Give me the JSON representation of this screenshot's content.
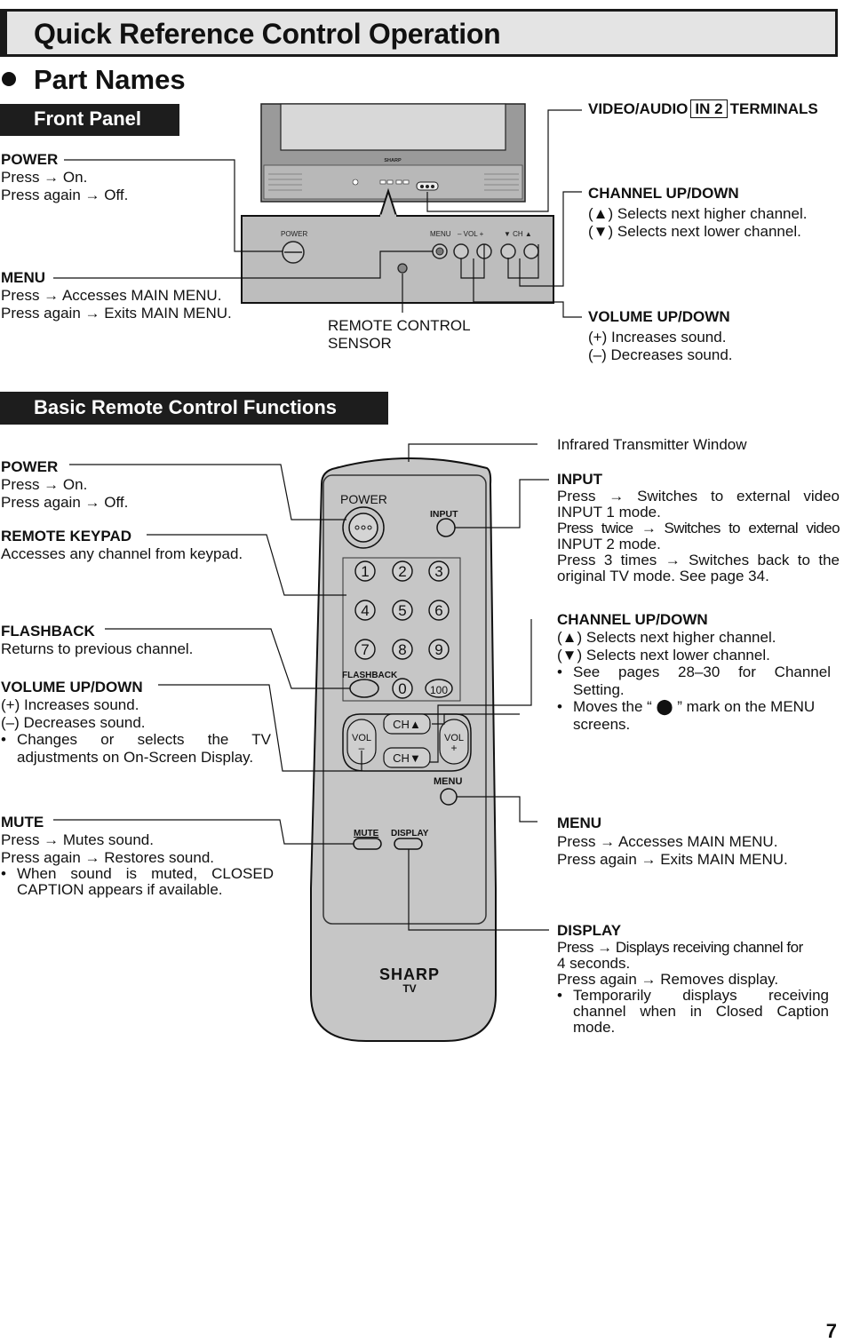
{
  "page_title": "Quick Reference Control Operation",
  "section": "Part Names",
  "front_panel": {
    "heading": "Front Panel",
    "power": {
      "title": "POWER",
      "l1": "Press → On.",
      "l2": "Press again → Off."
    },
    "menu": {
      "title": "MENU",
      "l1": "Press → Accesses MAIN MENU.",
      "l2": "Press again → Exits MAIN MENU."
    },
    "remote_sensor": {
      "l1": "REMOTE CONTROL",
      "l2": "SENSOR"
    },
    "video_audio": {
      "pre": "VIDEO/AUDIO",
      "boxed": "IN 2",
      "post": "TERMINALS"
    },
    "channel": {
      "title": "CHANNEL UP/DOWN",
      "l1": "(▲)  Selects next higher channel.",
      "l2": "(▼)  Selects next lower channel."
    },
    "volume": {
      "title": "VOLUME UP/DOWN",
      "l1": "(+) Increases sound.",
      "l2": "(–) Decreases sound."
    },
    "tv_labels": {
      "brand": "SHARP",
      "power": "POWER",
      "menu": "MENU",
      "vol": "–  VOL  +",
      "ch": "▼  CH  ▲"
    }
  },
  "remote": {
    "heading": "Basic Remote Control Functions",
    "infrared": "Infrared Transmitter Window",
    "power": {
      "title": "POWER",
      "l1": "Press → On.",
      "l2": "Press again → Off."
    },
    "keypad": {
      "title": "REMOTE KEYPAD",
      "l1": "Accesses any channel from keypad."
    },
    "flashback": {
      "title": "FLASHBACK",
      "l1": "Returns to previous channel."
    },
    "volume": {
      "title": "VOLUME UP/DOWN",
      "l1": "(+) Increases sound.",
      "l2": "(–) Decreases sound.",
      "b1a": "Changes or selects the TV",
      "b1b": "adjustments on On-Screen Display."
    },
    "mute": {
      "title": "MUTE",
      "l1": "Press → Mutes sound.",
      "l2": "Press again → Restores sound.",
      "b1a": "When sound is muted, CLOSED",
      "b1b": "CAPTION appears if available."
    },
    "input": {
      "title": "INPUT",
      "l1": "Press → Switches to external video",
      "l2": "INPUT 1 mode.",
      "l3": "Press twice → Switches to external video",
      "l4": "INPUT 2 mode.",
      "l5": "Press 3 times → Switches back to the",
      "l6": "original TV mode. See page 34."
    },
    "channel": {
      "title": "CHANNEL UP/DOWN",
      "l1": "(▲) Selects next higher channel.",
      "l2": "(▼) Selects next lower channel.",
      "b1a": "See pages 28–30 for Channel",
      "b1b": "Setting.",
      "b2a": "Moves the “ ⬤ ” mark on the MENU",
      "b2b": "screens."
    },
    "menu": {
      "title": "MENU",
      "l1": "Press → Accesses MAIN MENU.",
      "l2": "Press again → Exits MAIN MENU."
    },
    "display": {
      "title": "DISPLAY",
      "l1": "Press → Displays receiving channel for",
      "l2": "4 seconds.",
      "l3": "Press again → Removes display.",
      "b1a": "Temporarily displays receiving",
      "b1b": "channel when in Closed Caption",
      "b1c": "mode."
    },
    "device_labels": {
      "power": "POWER",
      "input": "INPUT",
      "flashback": "FLASHBACK",
      "menu": "MENU",
      "mute": "MUTE",
      "display": "DISPLAY",
      "ch_up": "CH▲",
      "ch_down": "CH▼",
      "vol": "VOL",
      "minus": "–",
      "plus": "+",
      "brand": "SHARP",
      "tv": "TV",
      "keys": [
        "1",
        "2",
        "3",
        "4",
        "5",
        "6",
        "7",
        "8",
        "9",
        "0",
        "100"
      ]
    }
  },
  "page_number": "7"
}
